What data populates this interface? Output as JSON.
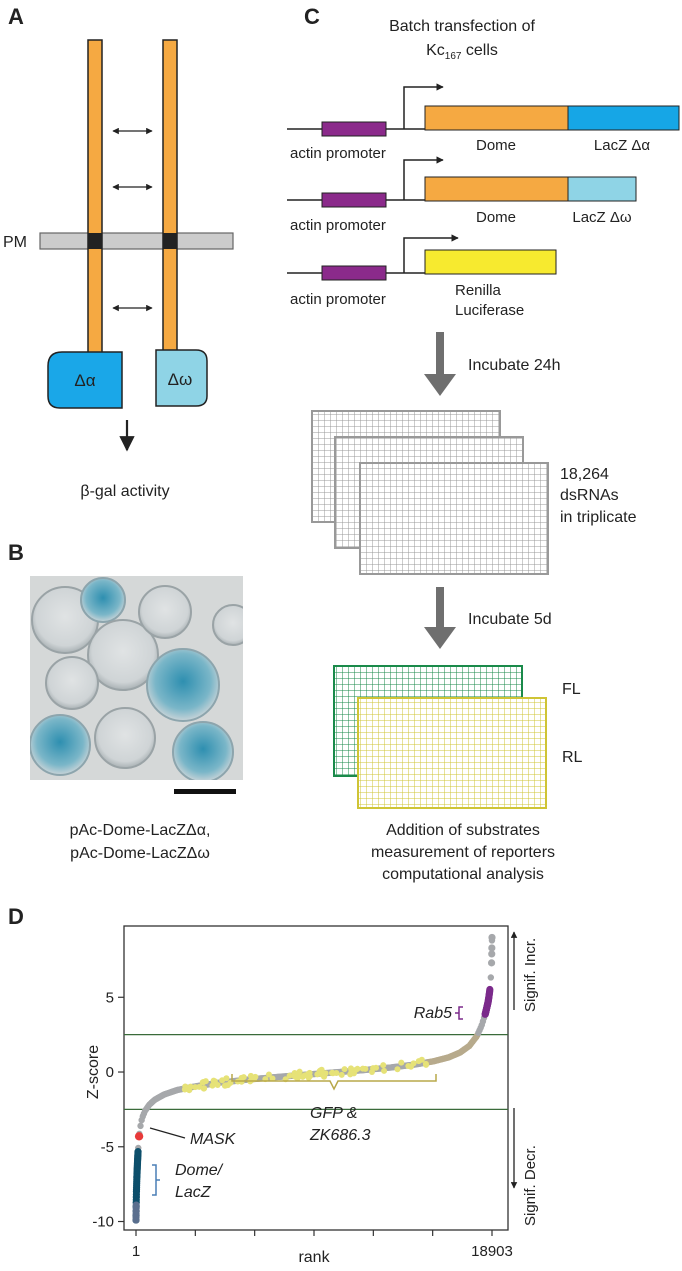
{
  "panels": {
    "a": "A",
    "b": "B",
    "c": "C",
    "d": "D"
  },
  "panel_a": {
    "pm_label": "PM",
    "delta_alpha": "Δα",
    "delta_omega": "Δω",
    "readout": "β-gal activity",
    "colors": {
      "receptor": "#f5a942",
      "alpha": "#1aa7e8",
      "omega": "#8fd4e6",
      "membrane": "#cccccc"
    }
  },
  "panel_b": {
    "caption_line1": "pAc-Dome-LacZΔα,",
    "caption_line2": "pAc-Dome-LacZΔω"
  },
  "panel_c": {
    "title_line1": "Batch transfection of",
    "title_line2_main": "Kc",
    "title_line2_sub": "167",
    "title_line2_end": " cells",
    "constructs": [
      {
        "promoter": "actin promoter",
        "gene": "Dome",
        "tag": "LacZ Δα"
      },
      {
        "promoter": "actin promoter",
        "gene": "Dome",
        "tag": "LacZ Δω"
      },
      {
        "promoter": "actin promoter",
        "gene_line1": "Renilla",
        "gene_line2": "Luciferase"
      }
    ],
    "incubate1": "Incubate 24h",
    "dsrna_line1": "18,264",
    "dsrna_line2": "dsRNAs",
    "dsrna_line3": "in triplicate",
    "incubate2": "Incubate 5d",
    "fl": "FL",
    "rl": "RL",
    "final_line1": "Addition of substrates",
    "final_line2": "measurement of reporters",
    "final_line3": "computational analysis",
    "colors": {
      "promoter": "#8b2a8b",
      "dome": "#f5a942",
      "lacz_alpha": "#16a6e6",
      "lacz_omega": "#8fd4e6",
      "renilla": "#f7ea2f",
      "fl_plate": "#1a8a4a",
      "rl_plate": "#d8cf3a"
    }
  },
  "chart_data": {
    "type": "scatter",
    "xlabel": "rank",
    "ylabel": "Z-score",
    "x_tick_labels": [
      "1",
      "18903"
    ],
    "xlim": [
      1,
      18903
    ],
    "yticks": [
      5,
      0,
      -5,
      -10
    ],
    "ylim": [
      -10.3,
      9.5
    ],
    "thresholds": [
      2.5,
      -2.5
    ],
    "annotations": {
      "rab5": "Rab5",
      "mask": "MASK",
      "dome_line1": "Dome/",
      "dome_line2": "LacZ",
      "gfp_line1": "GFP &",
      "gfp_line2": "ZK686.3",
      "signif_incr": "Signif. Incr.",
      "signif_decr": "Signif. Decr."
    },
    "series": [
      {
        "name": "Rab5",
        "color": "#7b2a8b"
      },
      {
        "name": "MASK",
        "color": "#e83a3a"
      },
      {
        "name": "Dome/LacZ",
        "color": "#0d4f6b"
      },
      {
        "name": "GFP & ZK686.3",
        "color": "#e6e277"
      }
    ],
    "curve": [
      [
        1,
        -9.9
      ],
      [
        5,
        -9.5
      ],
      [
        12,
        -8.8
      ],
      [
        25,
        -8.0
      ],
      [
        45,
        -7.1
      ],
      [
        75,
        -6.2
      ],
      [
        110,
        -5.3
      ],
      [
        150,
        -4.5
      ],
      [
        210,
        -3.8
      ],
      [
        320,
        -3.1
      ],
      [
        480,
        -2.6
      ],
      [
        700,
        -2.2
      ],
      [
        1000,
        -1.85
      ],
      [
        1500,
        -1.5
      ],
      [
        2200,
        -1.2
      ],
      [
        3200,
        -0.95
      ],
      [
        4500,
        -0.7
      ],
      [
        6000,
        -0.5
      ],
      [
        7500,
        -0.33
      ],
      [
        9000,
        -0.18
      ],
      [
        10500,
        -0.03
      ],
      [
        12000,
        0.12
      ],
      [
        13500,
        0.3
      ],
      [
        14800,
        0.5
      ],
      [
        15800,
        0.72
      ],
      [
        16600,
        0.98
      ],
      [
        17200,
        1.3
      ],
      [
        17700,
        1.75
      ],
      [
        18100,
        2.4
      ],
      [
        18350,
        3.1
      ],
      [
        18550,
        3.9
      ],
      [
        18700,
        4.7
      ],
      [
        18780,
        5.4
      ],
      [
        18840,
        6.3
      ],
      [
        18880,
        7.3
      ],
      [
        18895,
        8.2
      ],
      [
        18903,
        9.0
      ]
    ]
  }
}
